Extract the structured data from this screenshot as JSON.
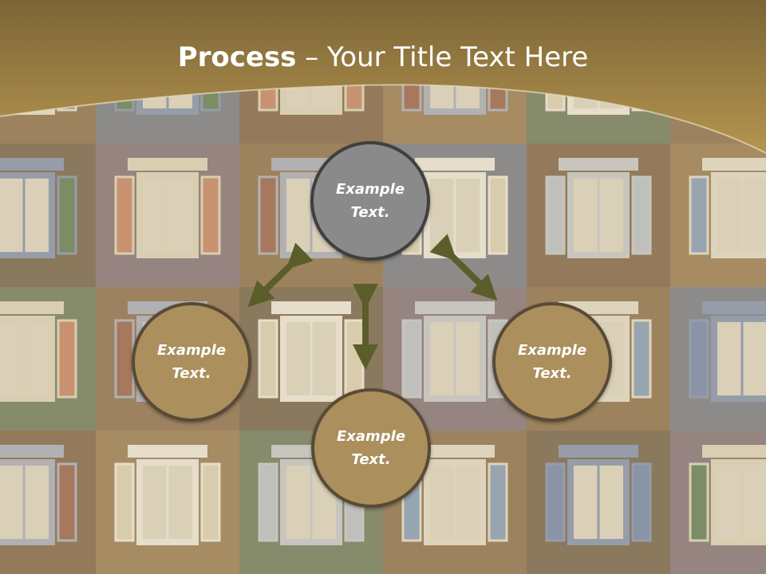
{
  "slide": {
    "title_bold": "Process",
    "title_rest": " – Your Title Text Here"
  },
  "nodes": [
    {
      "id": "top",
      "line1": "Example",
      "line2": "Text.",
      "fill": "#8a8a8a"
    },
    {
      "id": "left",
      "line1": "Example",
      "line2": "Text.",
      "fill": "#ab8f5c"
    },
    {
      "id": "bottom",
      "line1": "Example",
      "line2": "Text.",
      "fill": "#ab8f5c"
    },
    {
      "id": "right",
      "line1": "Example",
      "line2": "Text.",
      "fill": "#ab8f5c"
    }
  ],
  "colors": {
    "header_gold": "#a88a52",
    "arrow": "#5b5d2a",
    "node_border": "#584a36"
  }
}
